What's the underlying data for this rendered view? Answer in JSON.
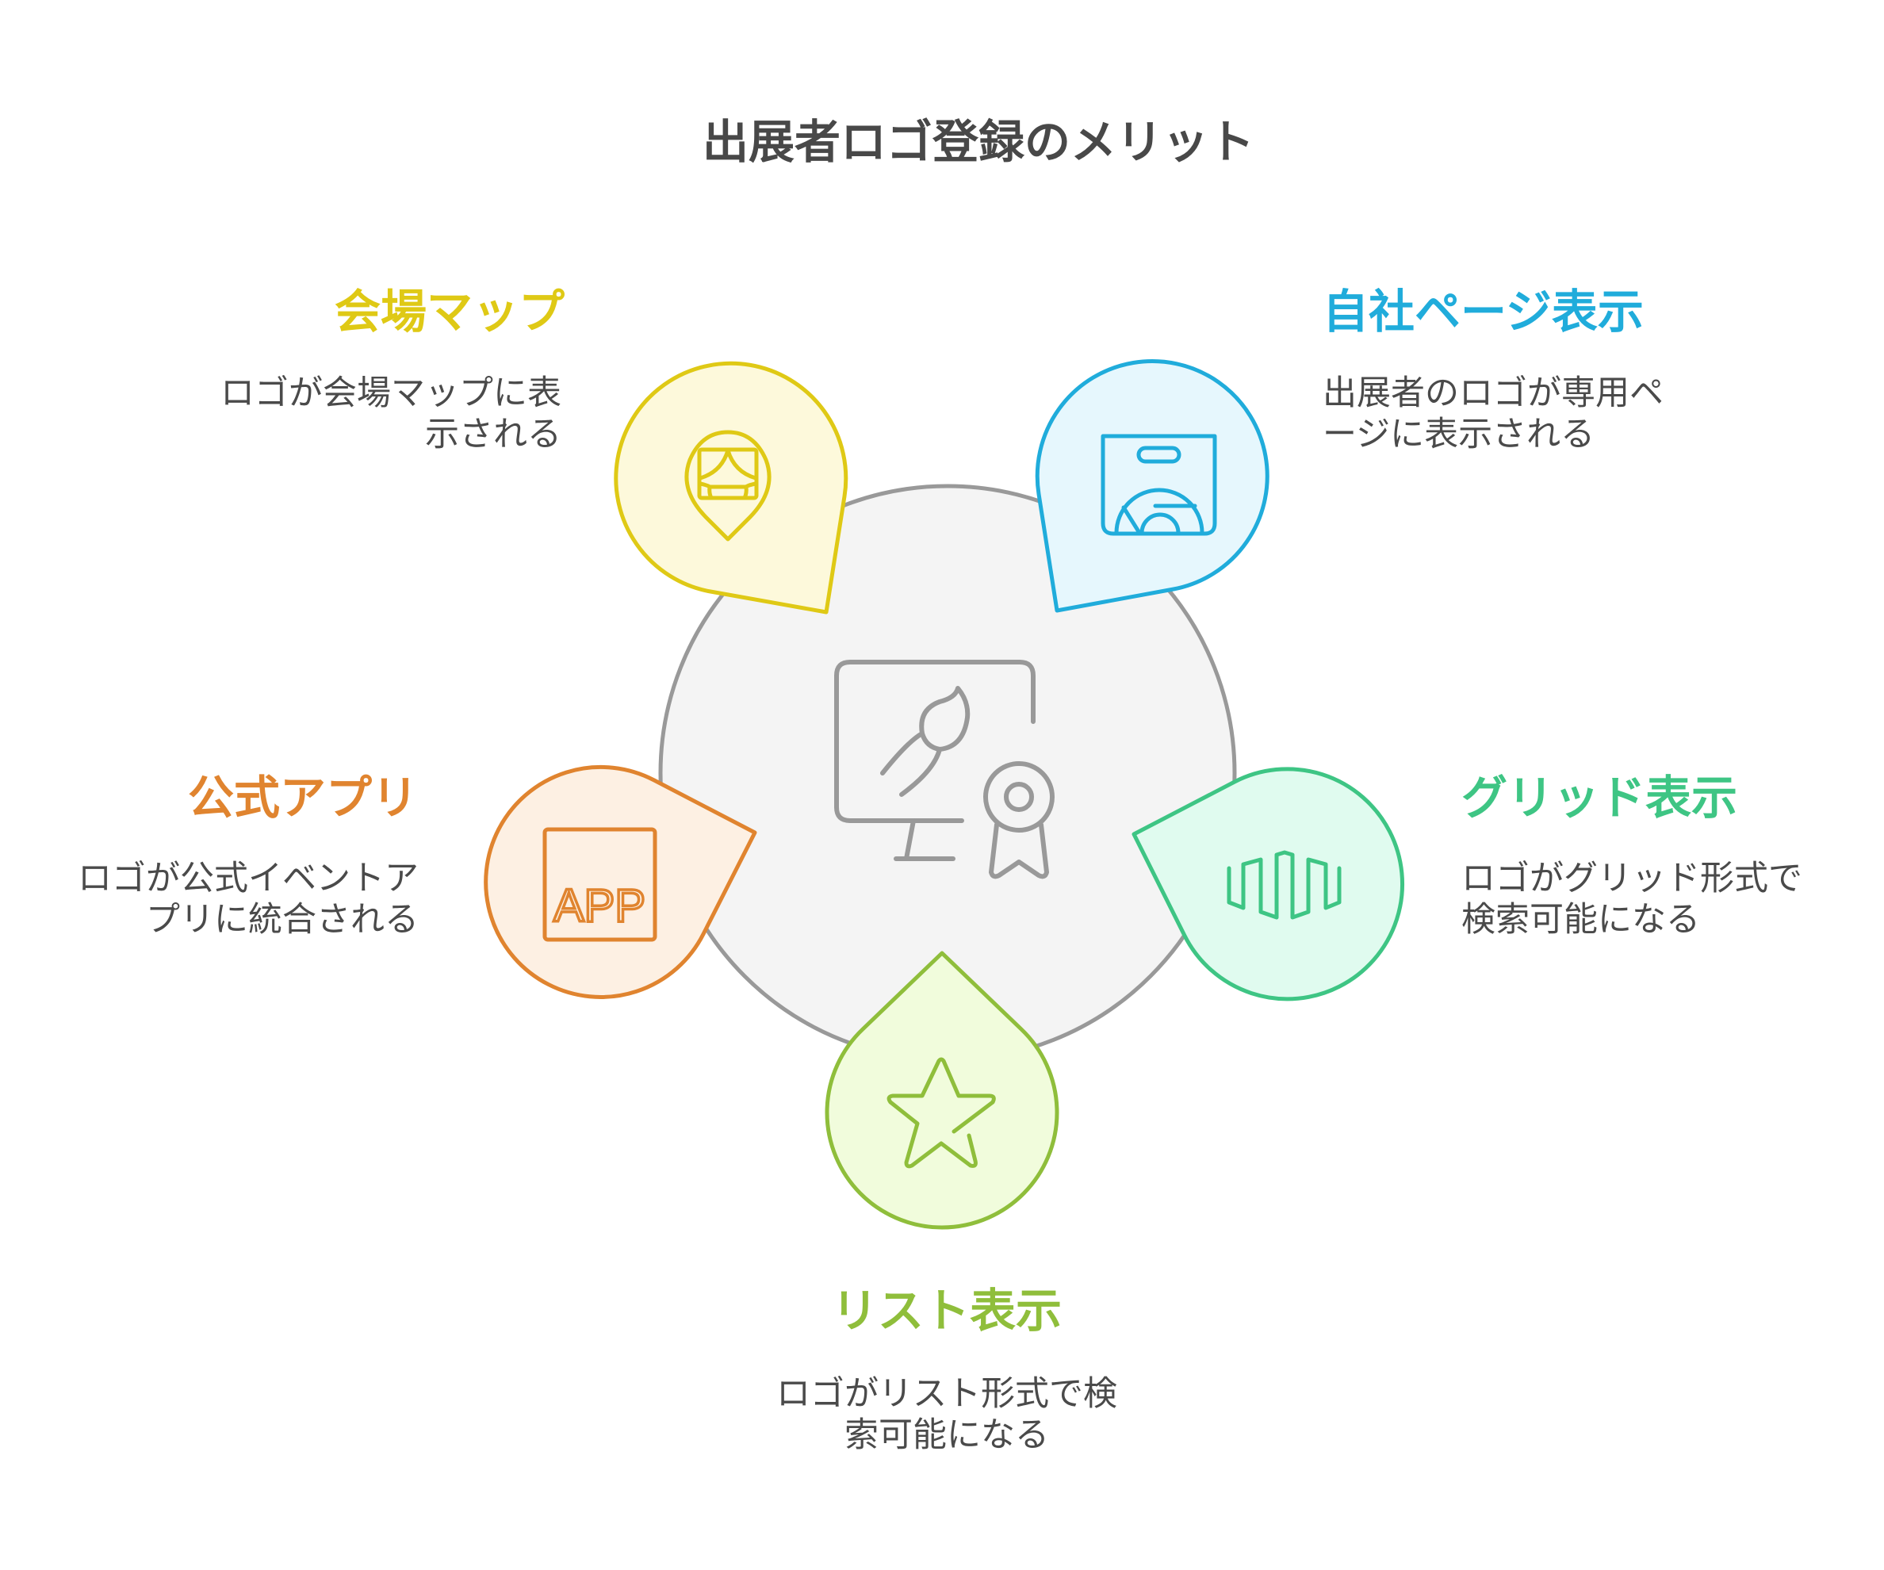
{
  "title": "出展者ロゴ登録のメリット",
  "colors": {
    "title": "#484848",
    "description": "#4a4a4a",
    "center_fill": "#f4f4f4",
    "center_stroke": "#999999"
  },
  "center": {
    "icon": "monitor-paintbrush-award-icon"
  },
  "items": [
    {
      "id": "venue-map",
      "heading": "会場マップ",
      "description": [
        "ロゴが会場マップに表",
        "示される"
      ],
      "icon": "map-pin-stage-icon",
      "color": "#dfc915",
      "fill": "#fdf9db"
    },
    {
      "id": "company-page",
      "heading": "自社ページ表示",
      "description": [
        "出展者のロゴが専用ペ",
        "ージに表示される"
      ],
      "icon": "exhibition-booth-icon",
      "color": "#20acdb",
      "fill": "#e6f7fd"
    },
    {
      "id": "official-app",
      "heading": "公式アプリ",
      "description": [
        "ロゴが公式イベントア",
        "プリに統合される"
      ],
      "icon": "app-icon",
      "icon_text": "APP",
      "color": "#e0842f",
      "fill": "#fdf0e3"
    },
    {
      "id": "grid-view",
      "heading": "グリッド表示",
      "description": [
        "ロゴがグリッド形式で",
        "検索可能になる"
      ],
      "icon": "grid-wave-icon",
      "color": "#3ec584",
      "fill": "#e0fbef"
    },
    {
      "id": "list-view",
      "heading": "リスト表示",
      "description": [
        "ロゴがリスト形式で検",
        "索可能になる"
      ],
      "icon": "star-icon",
      "color": "#8fbe3b",
      "fill": "#f1fcdc"
    }
  ]
}
